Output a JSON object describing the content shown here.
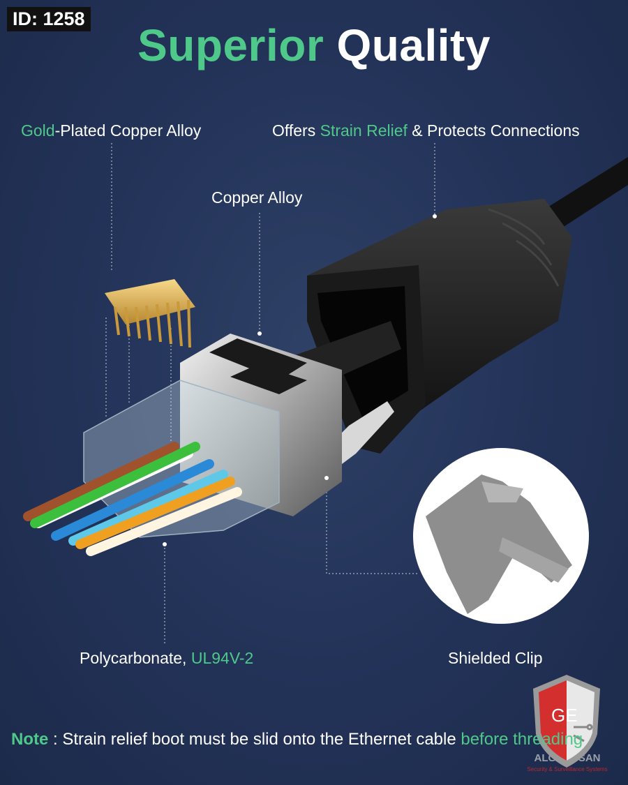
{
  "badge": {
    "id_label": "ID: 1258"
  },
  "title": {
    "part1": "Superior",
    "part2": "Quality"
  },
  "callouts": {
    "gold_plated": {
      "highlight": "Gold",
      "rest": "-Plated Copper Alloy"
    },
    "strain_relief": {
      "prefix": "Offers ",
      "highlight": "Strain Relief",
      "suffix": " & Protects Connections"
    },
    "copper_alloy": {
      "text": "Copper Alloy"
    },
    "polycarbonate": {
      "prefix": "Polycarbonate, ",
      "highlight": "UL94V-2"
    },
    "shielded_clip": {
      "text": "Shielded Clip"
    }
  },
  "note": {
    "label": "Note",
    "separator": " : ",
    "text": "Strain relief boot must be slid onto the Ethernet cable ",
    "highlight": "before threading"
  },
  "logo": {
    "initials": "GE",
    "name": "ALGHASSAN",
    "tagline": "Security & Surveillance Systems"
  },
  "colors": {
    "accent": "#4fc98a",
    "background": "#24345a",
    "logo_red": "#c0262b"
  }
}
